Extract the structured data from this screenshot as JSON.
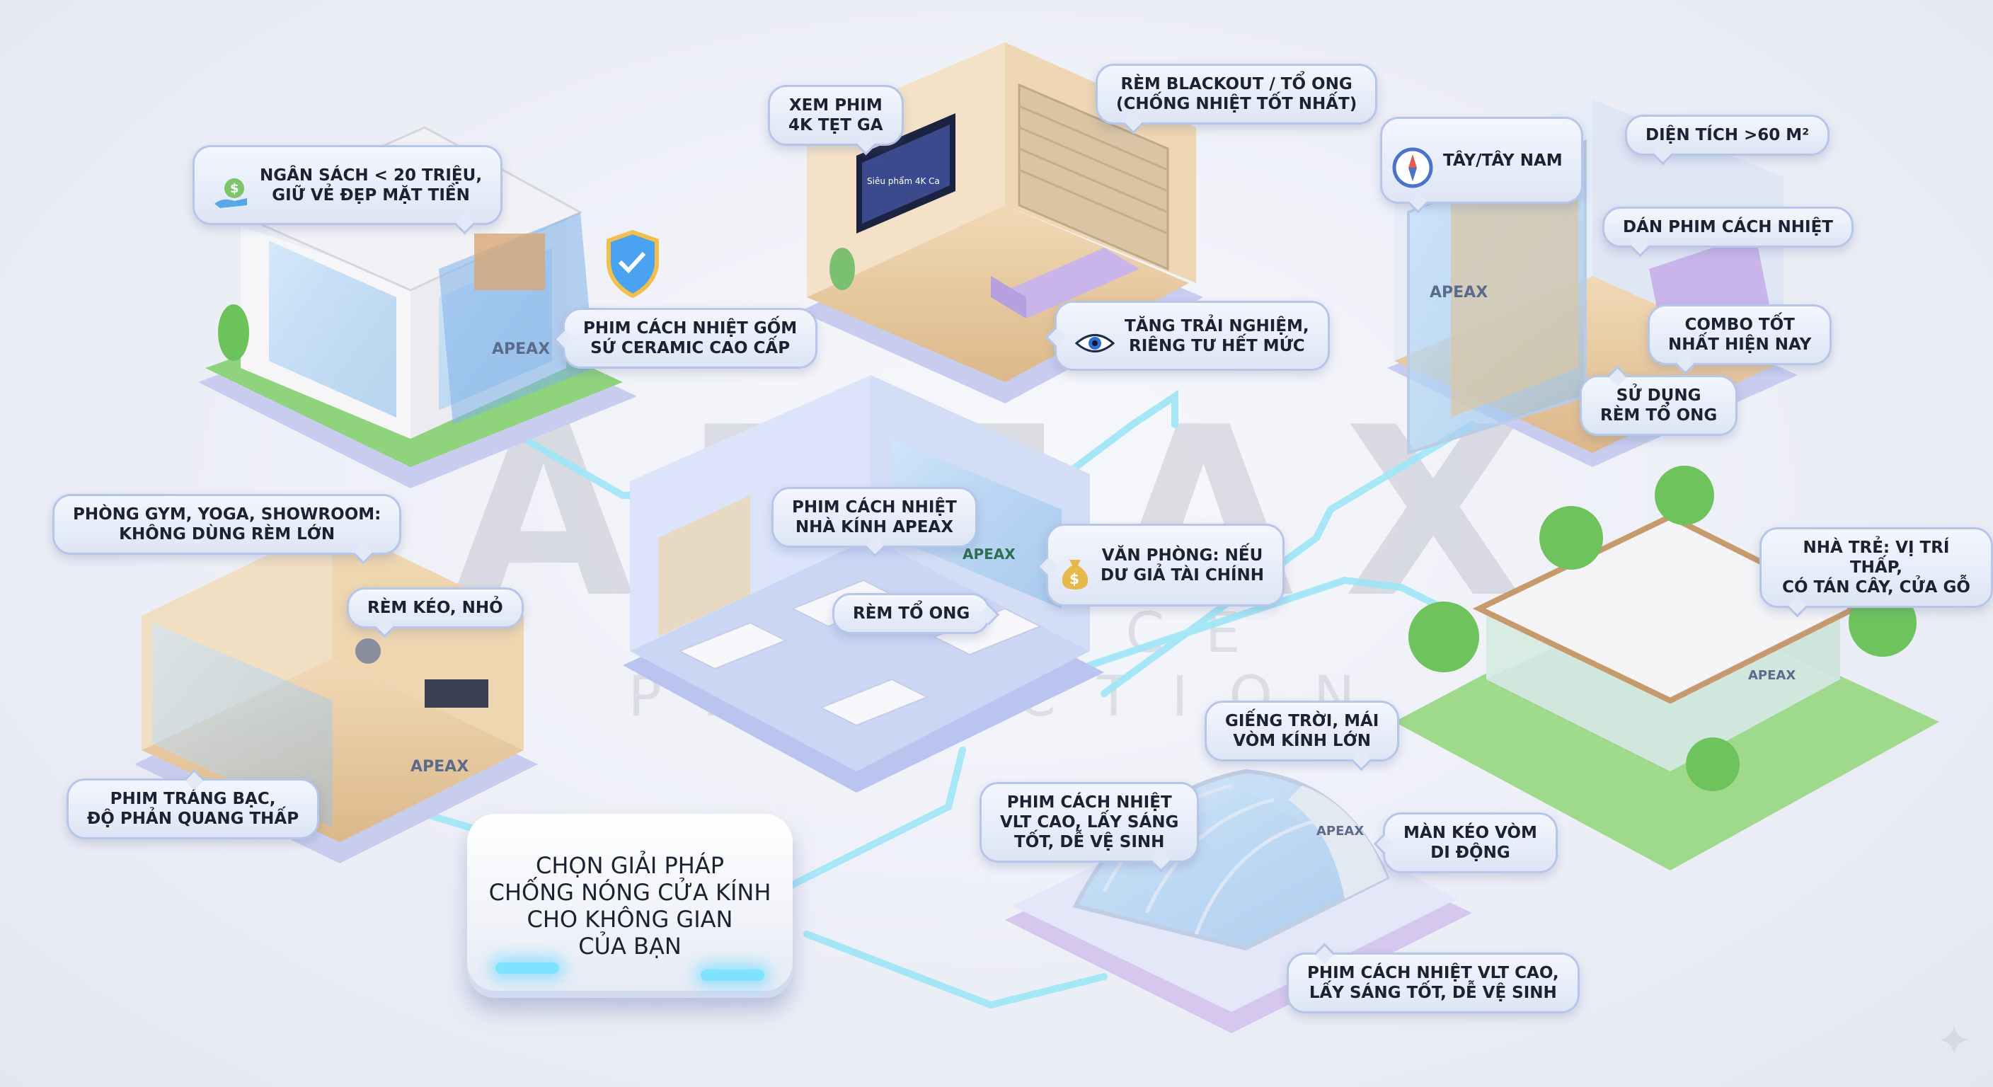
{
  "watermark": {
    "brand": "APEAX",
    "tagline": "SURFACE PROTECTION"
  },
  "center": {
    "title": "CHỌN GIẢI PHÁP\nCHỐNG NÓNG CỬA KÍNH\nCHO KHÔNG GIAN\nCỦA BẠN"
  },
  "callouts": {
    "budget": "NGÂN SÁCH < 20 TRIỆU,\nGIỮ VẺ ĐẸP MẶT TIỀN",
    "ceramic_film": "PHIM CÁCH NHIỆT GỐM\nSỨ CERAMIC CAO CẤP",
    "movie": "XEM PHIM\n4K TẸT GA",
    "blackout": "RÈM BLACKOUT / TỔ ONG\n(CHỐNG NHIỆT TỐT NHẤT)",
    "experience": "TĂNG TRẢI NGHIỆM,\nRIÊNG TƯ HẾT MỨC",
    "west": "TÂY/TÂY NAM",
    "area": "DIỆN TÍCH >60 M²",
    "apply_film": "DÁN PHIM CÁCH NHIỆT",
    "combo": "COMBO TỐT\nNHẤT HIỆN NAY",
    "honeycomb_use": "SỬ DỤNG\nRÈM TỔ ONG",
    "gym": "PHÒNG GYM, YOGA, SHOWROOM:\nKHÔNG DÙNG RÈM LỚN",
    "pull_curtain": "RÈM KÉO, NHỎ",
    "silver_film": "PHIM TRÁNG BẠC,\nĐỘ PHẢN QUANG THẤP",
    "greenhouse_film": "PHIM CÁCH NHIỆT\nNHÀ KÍNH APEAX",
    "honeycomb": "RÈM TỔ ONG",
    "office": "VĂN PHÒNG: NẾU\nDƯ GIẢ TÀI CHÍNH",
    "kindergarten": "NHÀ TRẺ: VỊ TRÍ THẤP,\nCÓ TÁN CÂY, CỬA GỖ",
    "skylight": "GIẾNG TRỜI, MÁI\nVÒM KÍNH LỚN",
    "vlt_film_1": "PHIM CÁCH NHIỆT\nVLT CAO, LẤY SÁNG\nTỐT, DỄ VỆ SINH",
    "dome_curtain": "MÀN KÉO VÒM\nDI ĐỘNG",
    "vlt_film_2": "PHIM CÁCH NHIỆT VLT CAO,\nLẤY SÁNG TỐT, DỄ VỆ SINH"
  },
  "scene_labels": {
    "tv_text": "Siêu phẩm 4K Ca",
    "logo": "APEAX"
  },
  "colors": {
    "accent": "#6fd8f2",
    "platform": "#c9cff0",
    "wood": "#e8c9a0",
    "grass": "#8cd47a"
  },
  "icons": [
    "money-bag-hand-icon",
    "shield-check-icon",
    "eye-icon",
    "compass-icon",
    "money-bag-icon",
    "arrow-icon",
    "sparkle-icon"
  ]
}
